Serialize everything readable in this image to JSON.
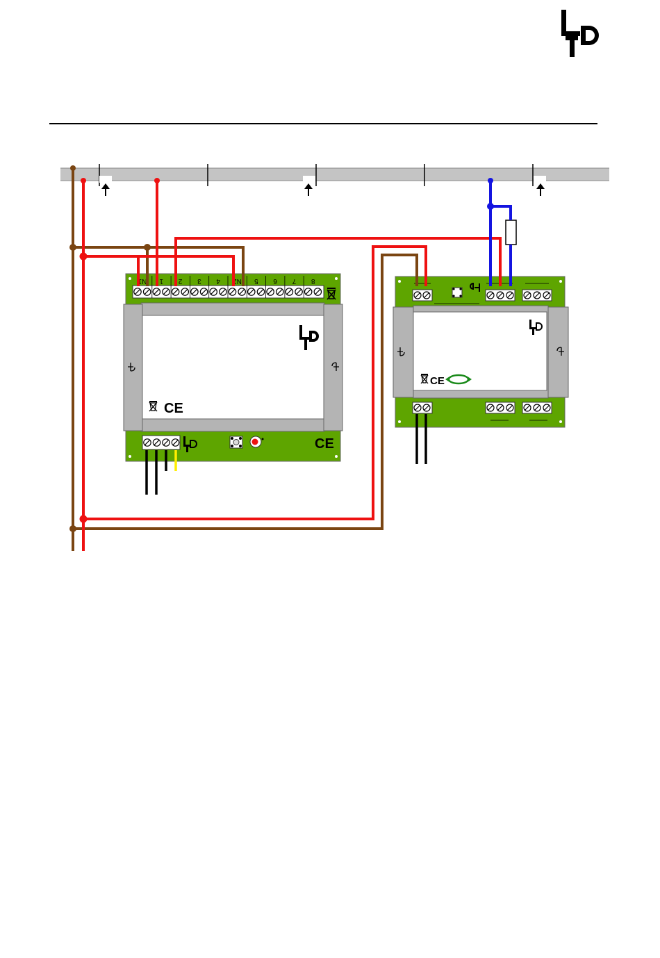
{
  "logo": {
    "text": "LDT"
  },
  "module_left": {
    "top_terminal_labels": [
      "N1",
      "1",
      "2",
      "3",
      "4",
      "N2",
      "5",
      "6",
      "7",
      "8"
    ],
    "marks": {
      "ce": "CE"
    }
  },
  "module_right": {
    "marks": {
      "ce": "CE"
    }
  },
  "colors": {
    "wire_red": "#ee1111",
    "wire_brown": "#7a4512",
    "wire_blue": "#1414e0",
    "wire_black": "#000000",
    "wire_yellow": "#ffee00",
    "pcb_green": "#5ea500",
    "housing_gray": "#b4b4b4",
    "track_gray": "#c4c4c4"
  },
  "icons": [
    "ldt-logo-icon",
    "arrow-up-icon",
    "screw-terminal-icon",
    "resistor-icon",
    "pushbutton-icon",
    "led-icon",
    "ce-mark-icon",
    "weee-bin-icon",
    "recycle-arrows-icon"
  ]
}
